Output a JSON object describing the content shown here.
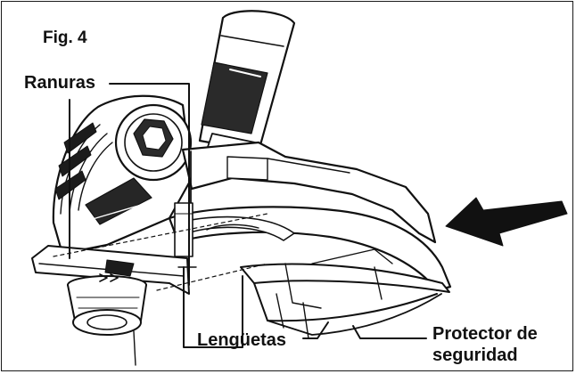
{
  "figure": {
    "title": "Fig. 4"
  },
  "callouts": {
    "ranuras": "Ranuras",
    "lenguetas": "Lengüetas",
    "protector_line1": "Protector de",
    "protector_line2": "seguridad"
  },
  "icons": {
    "direction_arrow": "arrow-left-icon"
  },
  "colors": {
    "ink": "#111111",
    "background": "#ffffff"
  }
}
